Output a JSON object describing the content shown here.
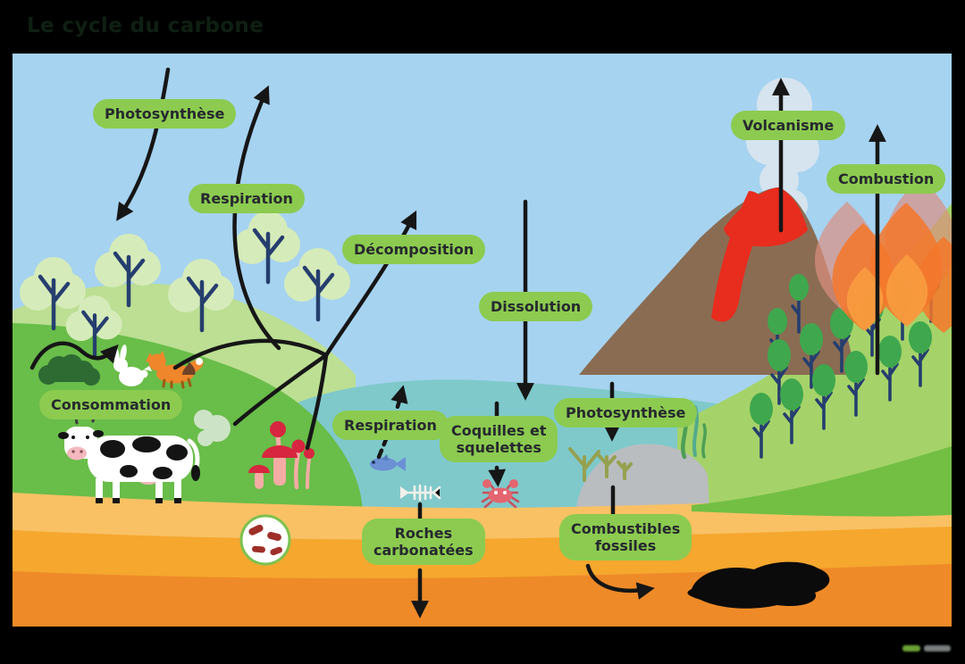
{
  "title": "Le cycle du carbone",
  "labels": {
    "photosynthese_air": "Photosynthèse",
    "respiration_air": "Respiration",
    "decomposition": "Décomposition",
    "dissolution": "Dissolution",
    "volcanisme": "Volcanisme",
    "combustion": "Combustion",
    "consommation": "Consommation",
    "respiration_eau": "Respiration",
    "coquilles_squelettes": "Coquilles et\nsquelettes",
    "photosynthese_eau": "Photosynthèse",
    "roches_carbonatees": "Roches\ncarbonatées",
    "combustibles_fossiles": "Combustibles\nfossiles"
  },
  "colors": {
    "frame": "#000000",
    "sky": "#A6D3F0",
    "water": "#7FC9CB",
    "hill_back": "#BCDF93",
    "hill_front": "#69BD49",
    "hill_right": "#A5D369",
    "hill_right_band": "#72BF44",
    "sand_light": "#F9C164",
    "sand_mid": "#F5A72E",
    "sand_deep": "#EF8A28",
    "label_bg": "#8CCB50",
    "label_text": "#26292E",
    "arrow": "#161616",
    "volcano": "#8A6C52",
    "lava": "#E82C1E",
    "smoke": "#D6E4EF",
    "fire": "#F5772A",
    "tree_branch": "#253E6E",
    "tree_left_foliage": "#D6EBBA",
    "tree_right_foliage": "#3FA74D",
    "rock": "#BABDBF",
    "oil": "#0B0B0B",
    "mushroom": "#D7263F",
    "microbe": "#9E2F28"
  },
  "watermark": {
    "dot_green": "#7FBF3F",
    "dot_gray": "#8F9496"
  }
}
